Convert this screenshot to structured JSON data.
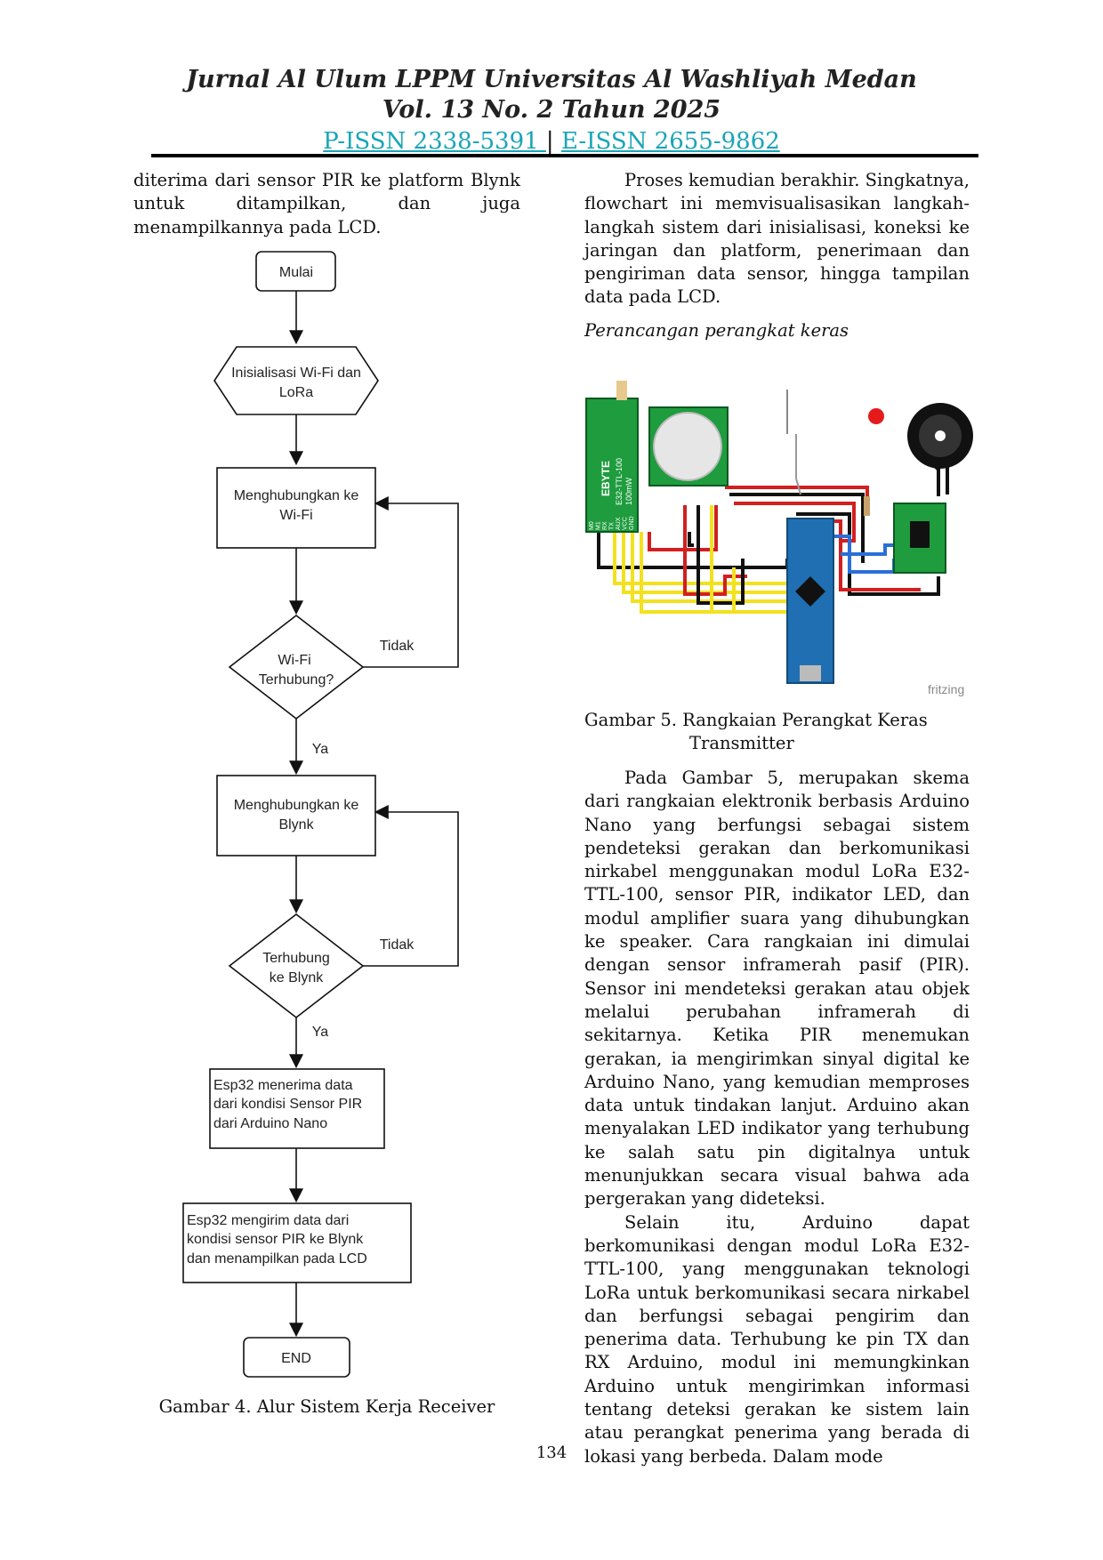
{
  "header": {
    "journal": "Jurnal Al Ulum LPPM Universitas Al Washliyah Medan",
    "volume": "Vol. 13 No. 2 Tahun 2025",
    "pissn": "P-ISSN 2338-5391 ",
    "separator": "|",
    "eissn": "E-ISSN 2655-9862 "
  },
  "left_text": "diterima dari sensor PIR ke platform Blynk untuk ditampilkan, dan juga menampilkannya pada LCD.",
  "right_top_text": "Proses kemudian berakhir. Singkatnya, flowchart ini memvisualisasikan langkah-langkah sistem dari inisialisasi, koneksi ke jaringan dan platform, penerimaan dan pengiriman data sensor, hingga tampilan data pada LCD.",
  "subheading": "Perancangan perangkat keras",
  "flowchart": {
    "start": "Mulai",
    "init_l1": "Inisialisasi Wi-Fi dan",
    "init_l2": "LoRa",
    "wifi_l1": "Menghubungkan ke",
    "wifi_l2": "Wi-Fi",
    "dec1_l1": "Wi-Fi",
    "dec1_l2": "Terhubung?",
    "no1": "Tidak",
    "yes1": "Ya",
    "blynk_l1": "Menghubungkan ke",
    "blynk_l2": "Blynk",
    "dec2_l1": "Terhubung",
    "dec2_l2": "ke Blynk",
    "no2": "Tidak",
    "yes2": "Ya",
    "recv_l1": "Esp32  menerima  data",
    "recv_l2": "dari kondisi Sensor PIR",
    "recv_l3": "dari Arduino Nano",
    "send_l1": "Esp32    mengirim  data  dari",
    "send_l2": "kondisi  sensor  PIR  ke  Blynk",
    "send_l3": "dan menampilkan pada LCD",
    "end": "END"
  },
  "caption4": "Gambar 4. Alur Sistem Kerja Receiver",
  "circuit": {
    "module_brand": "EBYTE",
    "module_model": "E32-TTL-100",
    "module_power": "100mW",
    "module_pins": [
      "M0",
      "M1",
      "RX",
      "TX",
      "AUX",
      "VCC",
      "GND"
    ],
    "watermark": "fritzing",
    "colors": {
      "board": "#1e9c3e",
      "nano": "#1f6fb2",
      "red": "#d21f1f",
      "yellow": "#f3e11d",
      "black": "#111111",
      "blue": "#2a6fd6"
    }
  },
  "caption5_l1": "Gambar 5.  Rangkaian Perangkat Keras",
  "caption5_l2": "Transmitter",
  "right_p1": "Pada Gambar 5, merupakan skema dari rangkaian elektronik berbasis Arduino Nano yang berfungsi sebagai sistem pendeteksi gerakan dan berkomunikasi nirkabel menggunakan modul LoRa E32-TTL-100, sensor PIR, indikator LED, dan modul amplifier suara yang dihubungkan ke speaker. Cara rangkaian ini dimulai dengan sensor inframerah pasif (PIR). Sensor ini mendeteksi gerakan atau objek melalui perubahan inframerah di sekitarnya. Ketika PIR menemukan gerakan, ia mengirimkan sinyal digital ke Arduino Nano, yang kemudian memproses data untuk tindakan lanjut. Arduino akan menyalakan LED indikator yang terhubung ke salah satu pin digitalnya untuk menunjukkan secara visual bahwa ada pergerakan yang dideteksi.",
  "right_p2": "Selain itu, Arduino dapat berkomunikasi dengan modul LoRa E32-TTL-100, yang menggunakan teknologi LoRa untuk berkomunikasi secara nirkabel dan berfungsi sebagai pengirim dan penerima data. Terhubung ke pin TX dan RX Arduino, modul ini memungkinkan Arduino untuk mengirimkan informasi tentang deteksi gerakan ke sistem lain atau perangkat penerima yang berada di lokasi yang berbeda. Dalam mode",
  "page_number": "134"
}
